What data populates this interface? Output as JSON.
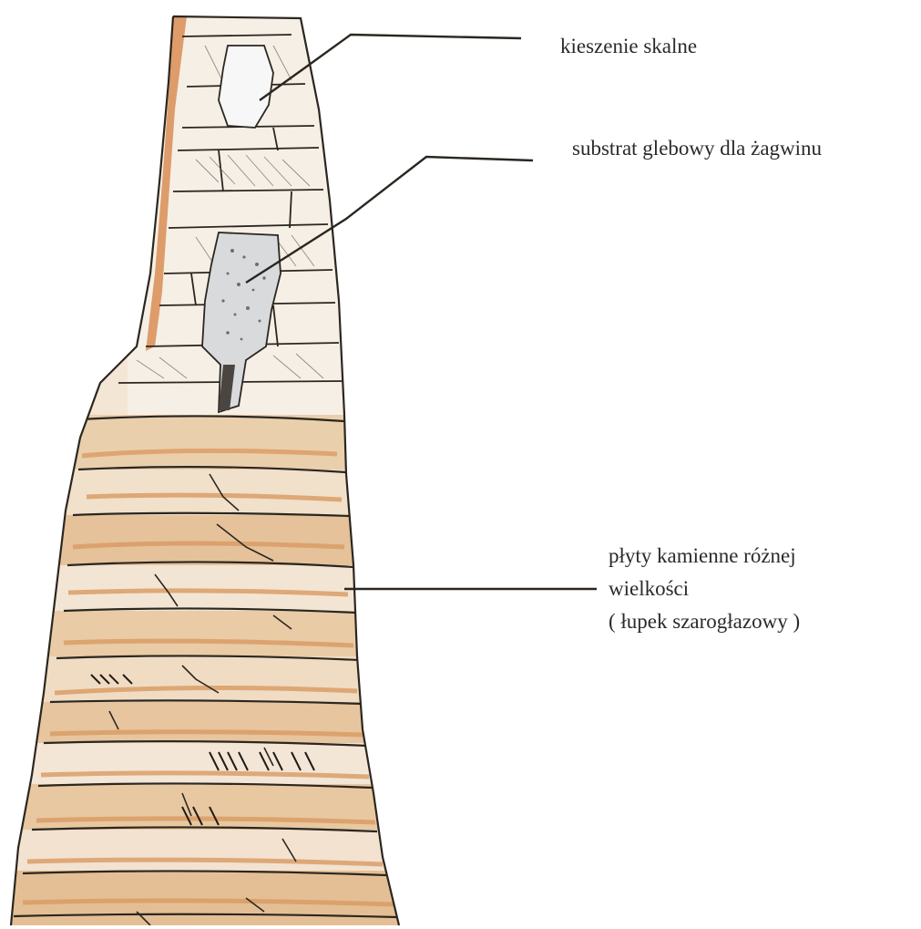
{
  "diagram": {
    "labels": {
      "rock_pockets": "kieszenie skalne",
      "soil_substrate": "substrat glebowy dla żagwinu",
      "slabs_line1": "płyty kamienne różnej",
      "slabs_line2": "wielkości",
      "slabs_line3": "( łupek szarogłazowy )"
    },
    "colors": {
      "background": "#ffffff",
      "stone_beige": "#ecd3b2",
      "stone_tan": "#d9a877",
      "stone_light": "#f5ebde",
      "stone_orange": "#d98d55",
      "ink": "#2b2620",
      "pocket_gray": "#d9dadc"
    }
  }
}
